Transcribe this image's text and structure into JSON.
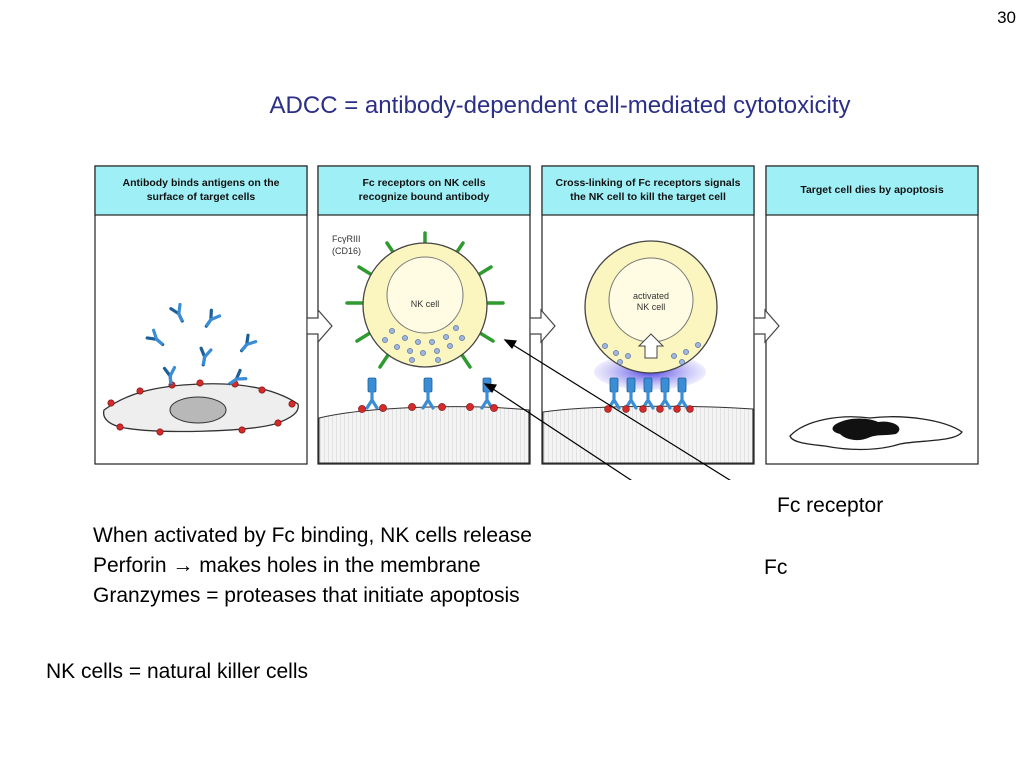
{
  "slide_number": "30",
  "title": "ADCC = antibody-dependent cell-mediated cytotoxicity",
  "panels": [
    {
      "line1": "Antibody binds antigens on the",
      "line2": "surface of target cells"
    },
    {
      "line1": "Fc receptors on NK cells",
      "line2": "recognize bound antibody"
    },
    {
      "line1": "Cross-linking of Fc receptors signals",
      "line2": "the NK cell to kill the target cell"
    },
    {
      "line1": "Target cell dies by apoptosis",
      "line2": ""
    }
  ],
  "receptor_label": {
    "line1": "FcγRIII",
    "line2": "(CD16)"
  },
  "nk_cell_label": "NK cell",
  "activated_label": {
    "line1": "activated",
    "line2": "NK cell"
  },
  "callouts": {
    "fc_receptor": "Fc receptor",
    "fc": "Fc"
  },
  "explanation": [
    "When activated by Fc binding, NK cells release",
    "Perforin → makes holes in the membrane",
    "Granzymes = proteases that initiate apoptosis"
  ],
  "nk_definition": "NK cells = natural killer cells",
  "colors": {
    "title": "#2b2f86",
    "header_fill": "#9ff0f6",
    "nk_cell_fill": "#fbf6bf",
    "receptor_green": "#2f9b2f",
    "antibody_blue": "#3b8ed6",
    "antigen_red": "#d42a2a",
    "glow": "#6a5ae8"
  }
}
